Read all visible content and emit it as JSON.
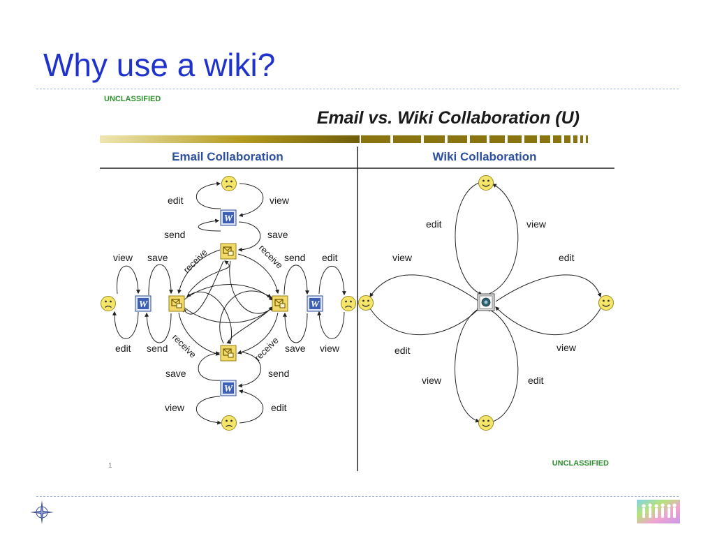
{
  "slide": {
    "title": "Why use a wiki?"
  },
  "figure": {
    "classification_top": "UNCLASSIFIED",
    "classification_bottom": "UNCLASSIFIED",
    "heading": "Email vs. Wiki Collaboration (U)",
    "page_number": "1",
    "email_header": "Email Collaboration",
    "wiki_header": "Wiki Collaboration",
    "email_labels": {
      "top_edit": "edit",
      "top_view": "view",
      "top_send": "send",
      "top_save": "save",
      "left_view": "view",
      "left_save": "save",
      "left_edit": "edit",
      "left_send": "send",
      "right_send": "send",
      "right_edit": "edit",
      "right_save": "save",
      "right_view": "view",
      "bottom_save": "save",
      "bottom_send": "send",
      "bottom_view": "view",
      "bottom_edit": "edit",
      "receive_tl": "receive",
      "receive_tr": "receive",
      "receive_bl": "receive",
      "receive_br": "receive"
    },
    "wiki_labels": {
      "top_edit": "edit",
      "top_view": "view",
      "left_view": "view",
      "right_edit": "edit",
      "left_edit": "edit",
      "right_view": "view",
      "bottom_view": "view",
      "bottom_edit": "edit"
    },
    "icons": {
      "word": "W",
      "sad_face": "sad-face-icon",
      "happy_face": "happy-face-icon",
      "mail": "mail-icon",
      "server": "wiki-server-icon"
    },
    "colors": {
      "title_blue": "#1f33cc",
      "header_blue": "#2c4fa0",
      "classification_green": "#2f8f2f",
      "bar_gold": "#a08a1a",
      "face_yellow": "#f5e66a",
      "word_blue": "#3d5fb5",
      "mail_gold": "#e6c84a"
    }
  }
}
